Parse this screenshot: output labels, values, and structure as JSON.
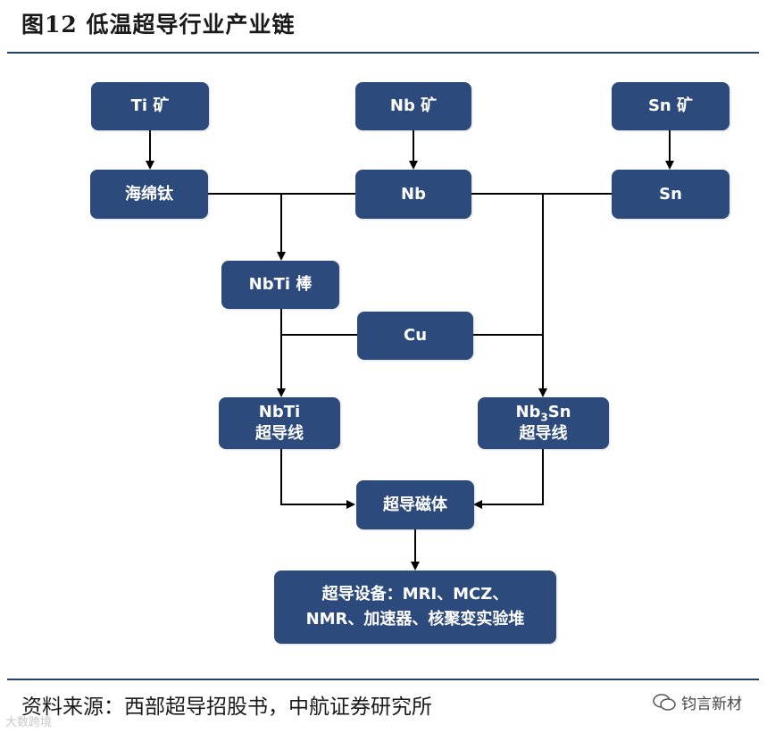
{
  "title": "图12 低温超导行业产业链",
  "source": "资料来源：西部超导招股书，中航证券研究所",
  "badge": "钧言新材",
  "watermark": "大数跨境",
  "colors": {
    "node_fill": "#2c4a7b",
    "rule": "#25406b",
    "arrow": "#000000"
  },
  "nodes": {
    "ti_ore": "Ti 矿",
    "nb_ore": "Nb 矿",
    "sn_ore": "Sn 矿",
    "sponge_ti": "海绵钛",
    "nb": "Nb",
    "sn": "Sn",
    "nbti_rod": "NbTi 棒",
    "cu": "Cu",
    "nbti_wire_line1": "NbTi",
    "nbti_wire_line2": "超导线",
    "nb3sn_wire_nb": "Nb",
    "nb3sn_wire_sub": "3",
    "nb3sn_wire_sn": "Sn",
    "nb3sn_wire_line2": "超导线",
    "magnet": "超导磁体",
    "equipment_line1": "超导设备：MRI、MCZ、",
    "equipment_line2": "NMR、加速器、核聚变实验堆"
  }
}
